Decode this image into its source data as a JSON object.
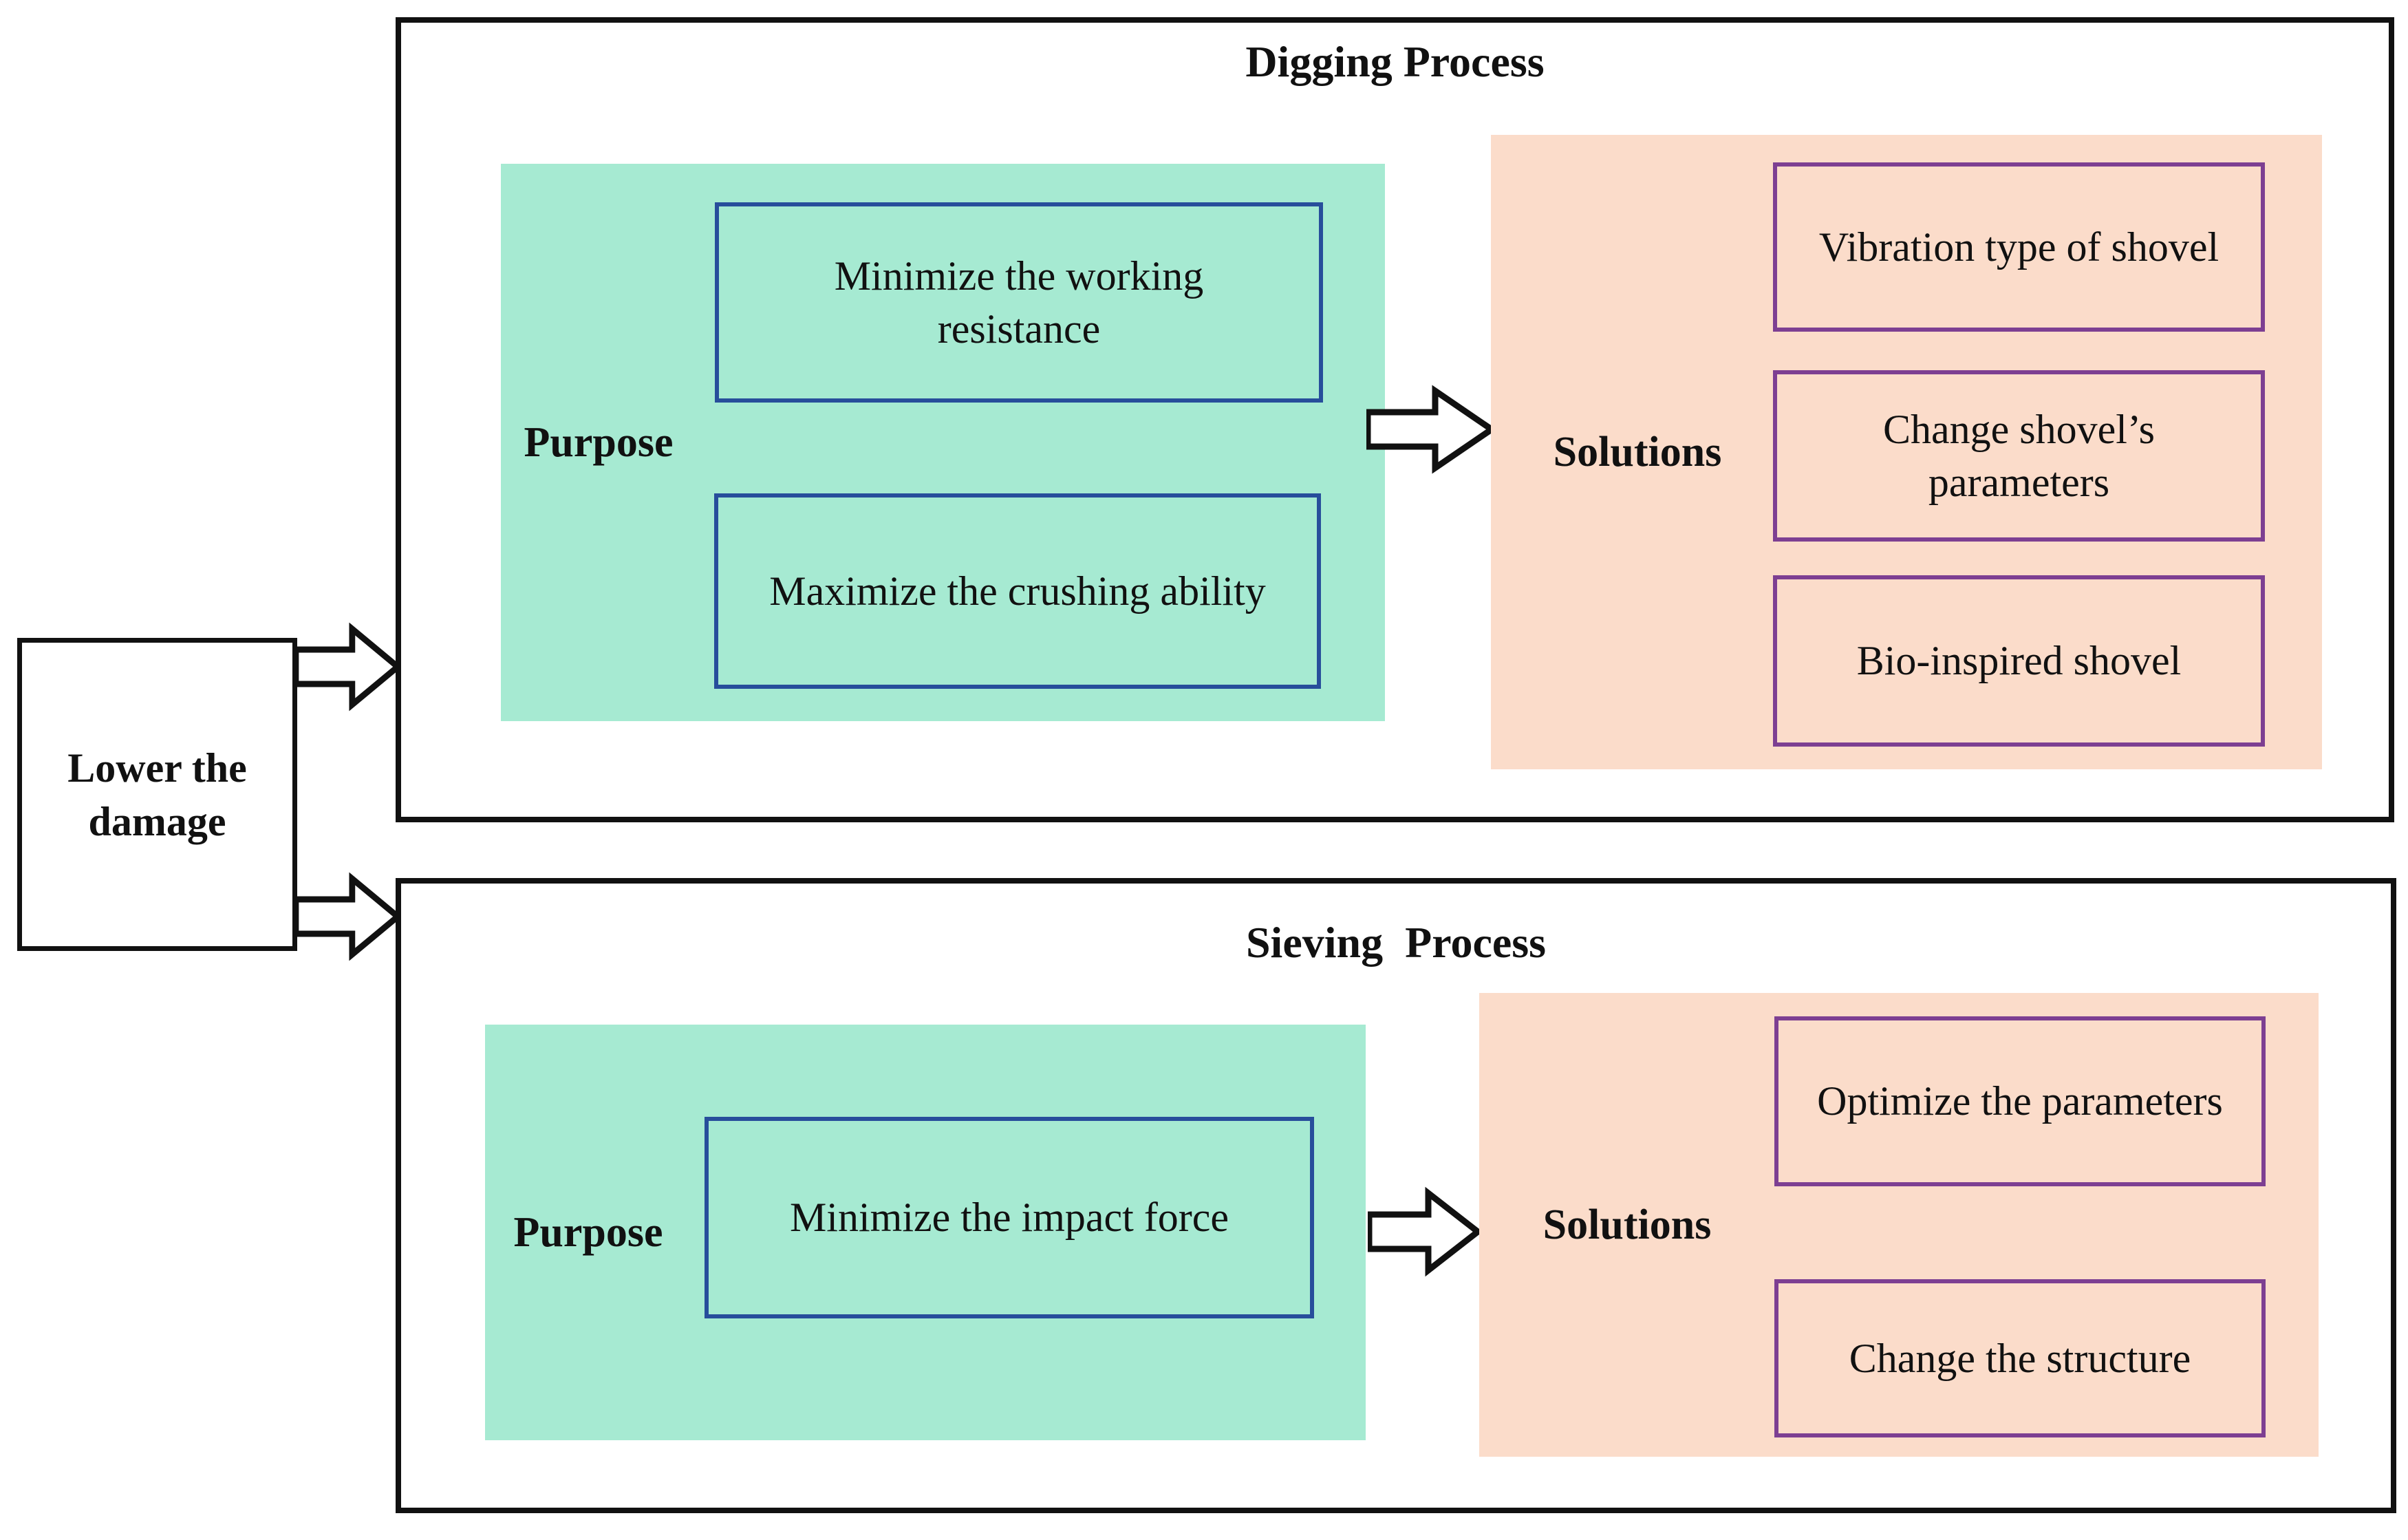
{
  "diagram": {
    "root": {
      "label": "Lower the damage"
    },
    "sections": [
      {
        "title": "Digging Process",
        "purpose": {
          "label": "Purpose",
          "items": [
            "Minimize the working resistance",
            "Maximize the crushing ability"
          ]
        },
        "solutions": {
          "label": "Solutions",
          "items": [
            "Vibration type of shovel",
            "Change shovel’s parameters",
            "Bio-inspired shovel"
          ]
        }
      },
      {
        "title": "Sieving  Process",
        "purpose": {
          "label": "Purpose",
          "items": [
            "Minimize the impact force"
          ]
        },
        "solutions": {
          "label": "Solutions",
          "items": [
            "Optimize the parameters",
            "Change the structure"
          ]
        }
      }
    ],
    "colors": {
      "purpose_bg": "#a6ead2",
      "solutions_bg": "#fbdcca",
      "purpose_item_border": "#274e9b",
      "solutions_item_border": "#7d3f92",
      "outline": "#111111",
      "arrow_fill": "#ffffff"
    }
  }
}
